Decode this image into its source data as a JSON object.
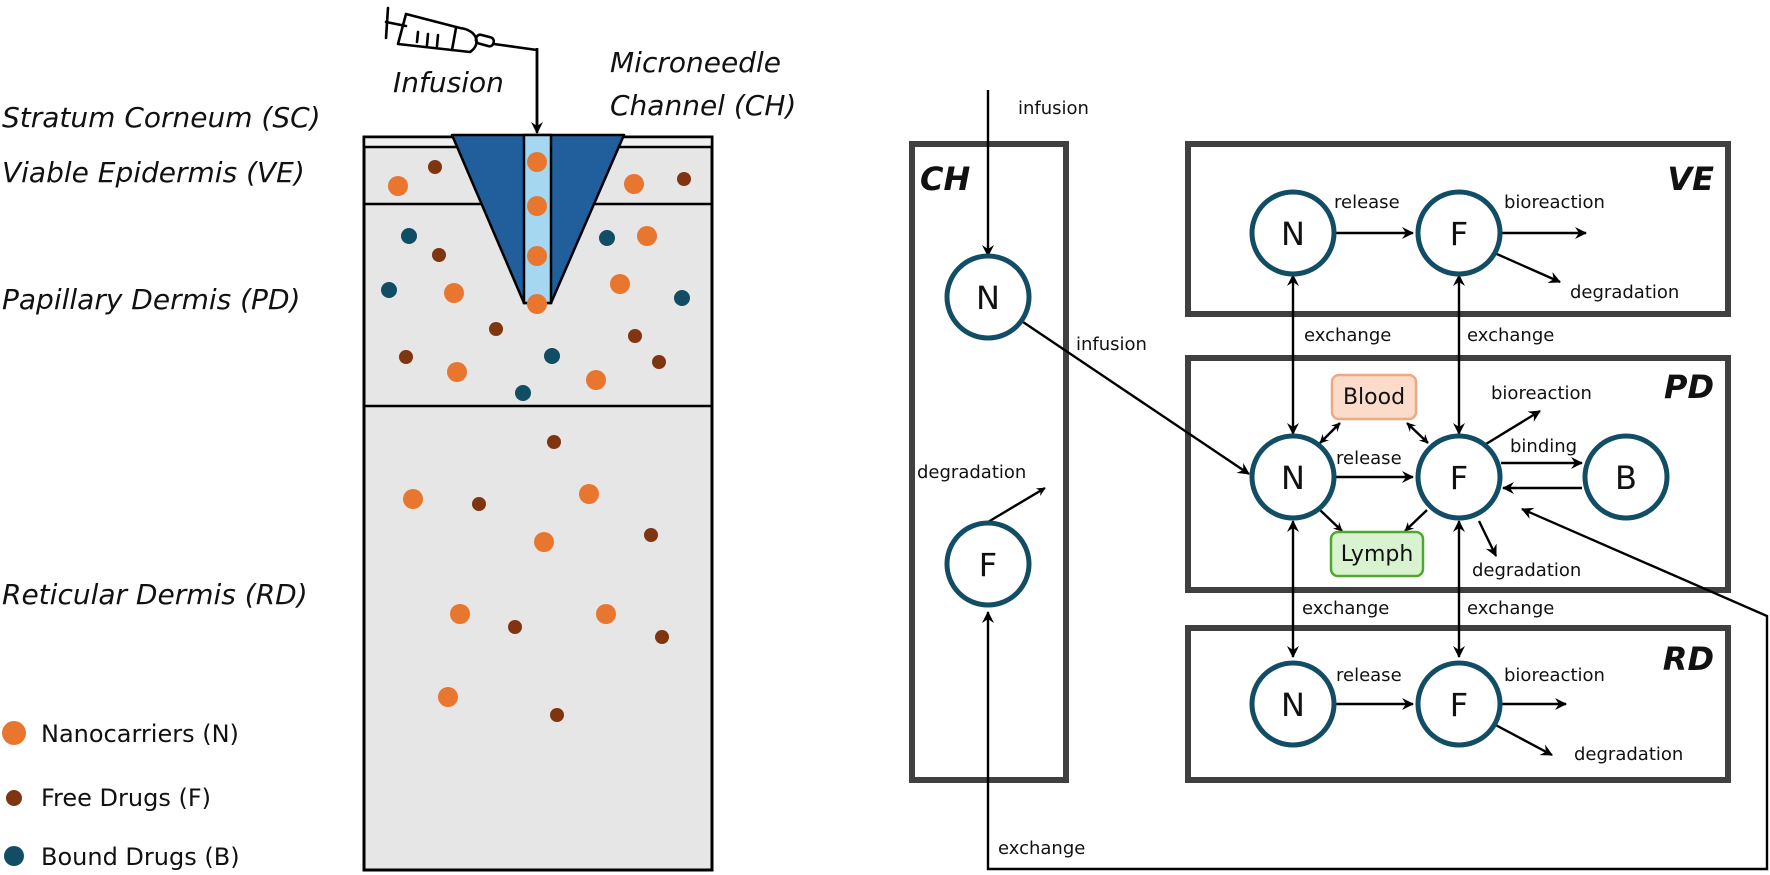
{
  "colors": {
    "nanocarrier": "#E8762F",
    "free_drug": "#7F3510",
    "bound_drug": "#124D66",
    "node_ring": "#124D66",
    "needle": "#215E9C",
    "needle_channel": "#A5D8F0",
    "skin_fill": "#E6E6E6",
    "box_border": "#404040",
    "blood_fill": "#FBDCCB",
    "blood_border": "#F0A882",
    "lymph_fill": "#D9F2D0",
    "lymph_border": "#4EA72E"
  },
  "left_panel": {
    "syringe_label": "Infusion",
    "needle_label_line1": "Microneedle",
    "needle_label_line2": "Channel (CH)",
    "layers": [
      {
        "id": "SC",
        "label": "Stratum Corneum (SC)"
      },
      {
        "id": "VE",
        "label": "Viable Epidermis (VE)"
      },
      {
        "id": "PD",
        "label": "Papillary Dermis (PD)"
      },
      {
        "id": "RD",
        "label": "Reticular Dermis (RD)"
      }
    ],
    "legend": [
      {
        "type": "N",
        "label": "Nanocarriers (N)"
      },
      {
        "type": "F",
        "label": "Free Drugs (F)"
      },
      {
        "type": "B",
        "label": "Bound Drugs (B)"
      }
    ]
  },
  "right_panel": {
    "compartments": [
      {
        "id": "CH",
        "title": "CH"
      },
      {
        "id": "VE",
        "title": "VE"
      },
      {
        "id": "PD",
        "title": "PD"
      },
      {
        "id": "RD",
        "title": "RD"
      }
    ],
    "nodes": {
      "N": "N",
      "F": "F",
      "B": "B"
    },
    "pools": {
      "blood": "Blood",
      "lymph": "Lymph"
    },
    "edge_labels": {
      "infusion": "infusion",
      "release": "release",
      "bioreaction": "bioreaction",
      "degradation": "degradation",
      "exchange": "exchange",
      "binding": "binding"
    }
  }
}
